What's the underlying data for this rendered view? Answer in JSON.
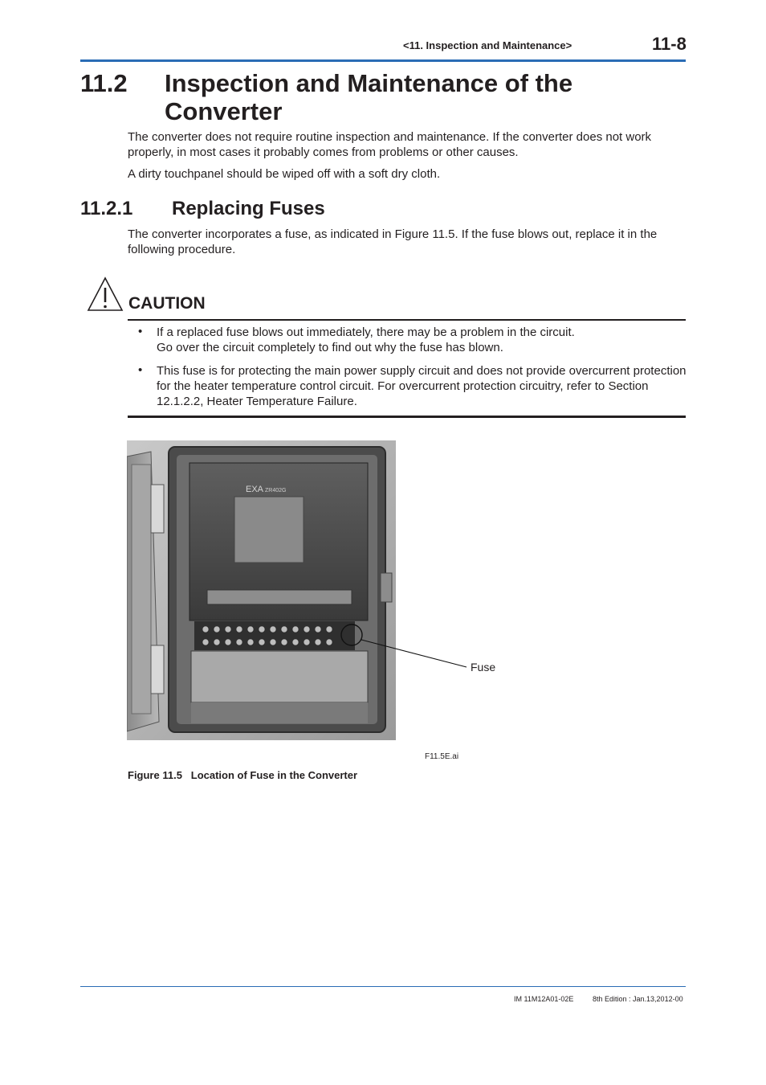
{
  "header": {
    "chapter": "<11.  Inspection and Maintenance>",
    "page_number": "11-8",
    "accent_color": "#2a6cb5"
  },
  "section": {
    "number": "11.2",
    "title_line1": "Inspection and Maintenance of the",
    "title_line2": "Converter",
    "paragraphs": [
      "The converter does not require routine inspection and maintenance. If the converter does not work properly, in most cases it probably comes from problems or other causes.",
      "A dirty touchpanel should be wiped off with a soft dry cloth."
    ]
  },
  "subsection": {
    "number": "11.2.1",
    "title": "Replacing Fuses",
    "paragraph": "The converter incorporates a fuse, as indicated in Figure 11.5. If the fuse blows out, replace it in the following procedure."
  },
  "caution": {
    "icon": "warning-triangle-icon",
    "title": "CAUTION",
    "bullet_glyph": "•",
    "items": [
      "If a replaced fuse blows out immediately, there may be a problem in the circuit.",
      "Go over the circuit completely to find out why the fuse has blown.",
      "This fuse is for protecting the main power supply circuit and does not provide overcurrent protection for the heater temperature control circuit. For overcurrent protection circuitry, refer to Section 12.1.2.2, Heater Temperature Failure."
    ]
  },
  "figure": {
    "device_brand": "EXA",
    "device_model": "ZR402G",
    "callout_label": "Fuse",
    "file_name": "F11.5E.ai",
    "caption": "Figure 11.5   Location of Fuse in the Converter"
  },
  "footer": {
    "doc_id": "IM 11M12A01-02E",
    "edition": "8th Edition : Jan.13,2012-00"
  }
}
